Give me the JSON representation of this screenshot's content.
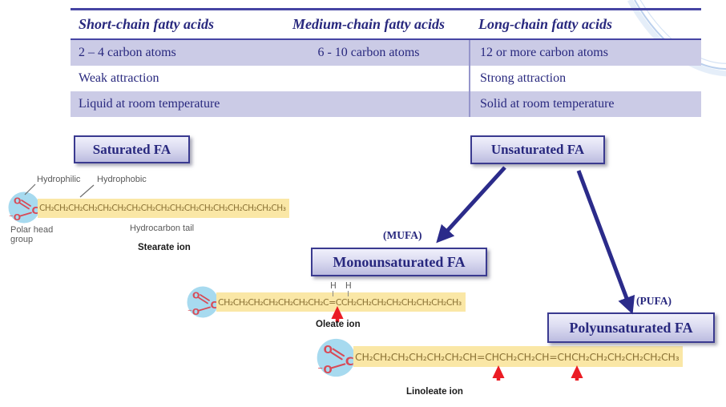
{
  "table": {
    "headers": [
      "Short-chain fatty acids",
      "Medium-chain fatty acids",
      "Long-chain fatty acids"
    ],
    "rows": [
      [
        "2 – 4 carbon atoms",
        "6 - 10 carbon atoms",
        "12 or more carbon atoms"
      ],
      [
        "Weak attraction",
        "",
        "Strong attraction"
      ],
      [
        "Liquid at room temperature",
        "",
        "Solid at room temperature"
      ]
    ]
  },
  "boxes": {
    "saturated": "Saturated FA",
    "unsaturated": "Unsaturated FA",
    "monounsaturated": "Monounsaturated FA",
    "polyunsaturated": "Polyunsaturated FA"
  },
  "labels": {
    "mufa": "(MUFA)",
    "pufa": "(PUFA)",
    "hydrophilic": "Hydrophilic",
    "hydrophobic": "Hydrophobic",
    "polar_head_group": "Polar head group",
    "hydrocarbon_tail": "Hydrocarbon tail"
  },
  "molecules": {
    "stearate": {
      "o_top": "O",
      "o_bottom": "⁻O",
      "carboxyl_c": "C",
      "chain": "CH₂CH₂CH₂CH₂CH₂CH₂CH₂CH₂CH₂CH₂CH₂CH₂CH₂CH₂CH₂CH₂CH₃",
      "caption": "Stearate ion"
    },
    "oleate": {
      "o_top": "O",
      "o_bottom": "⁻O",
      "carboxyl_c": "C",
      "h_left": "H",
      "h_right": "H",
      "chain": "CH₂CH₂CH₂CH₂CH₂CH₂CH₂C=CCH₂CH₂CH₂CH₂CH₂CH₂CH₂CH₃",
      "caption": "Oleate ion"
    },
    "linoleate": {
      "o_top": "O",
      "o_bottom": "⁻O",
      "carboxyl_c": "C",
      "chain": "CH₂CH₂CH₂CH₂CH₂CH₂CH=CHCH₂CH₂CH=CHCH₂CH₂CH₂CH₂CH₂CH₃",
      "caption": "Linoleate ion"
    }
  },
  "colors": {
    "navy_text": "#28287E",
    "table_rule": "#4645A4",
    "row_lavender": "#CBCBE6",
    "box_border": "#3A3A90",
    "chain_highlight": "#FAE7A6",
    "chain_text": "#8A7134",
    "head_circle_blue": "#A7DAEF",
    "carboxyl_red": "#D84A56",
    "pointer_arrow_red": "#EB1C24",
    "flow_arrow_navy": "#2B2B8A"
  }
}
